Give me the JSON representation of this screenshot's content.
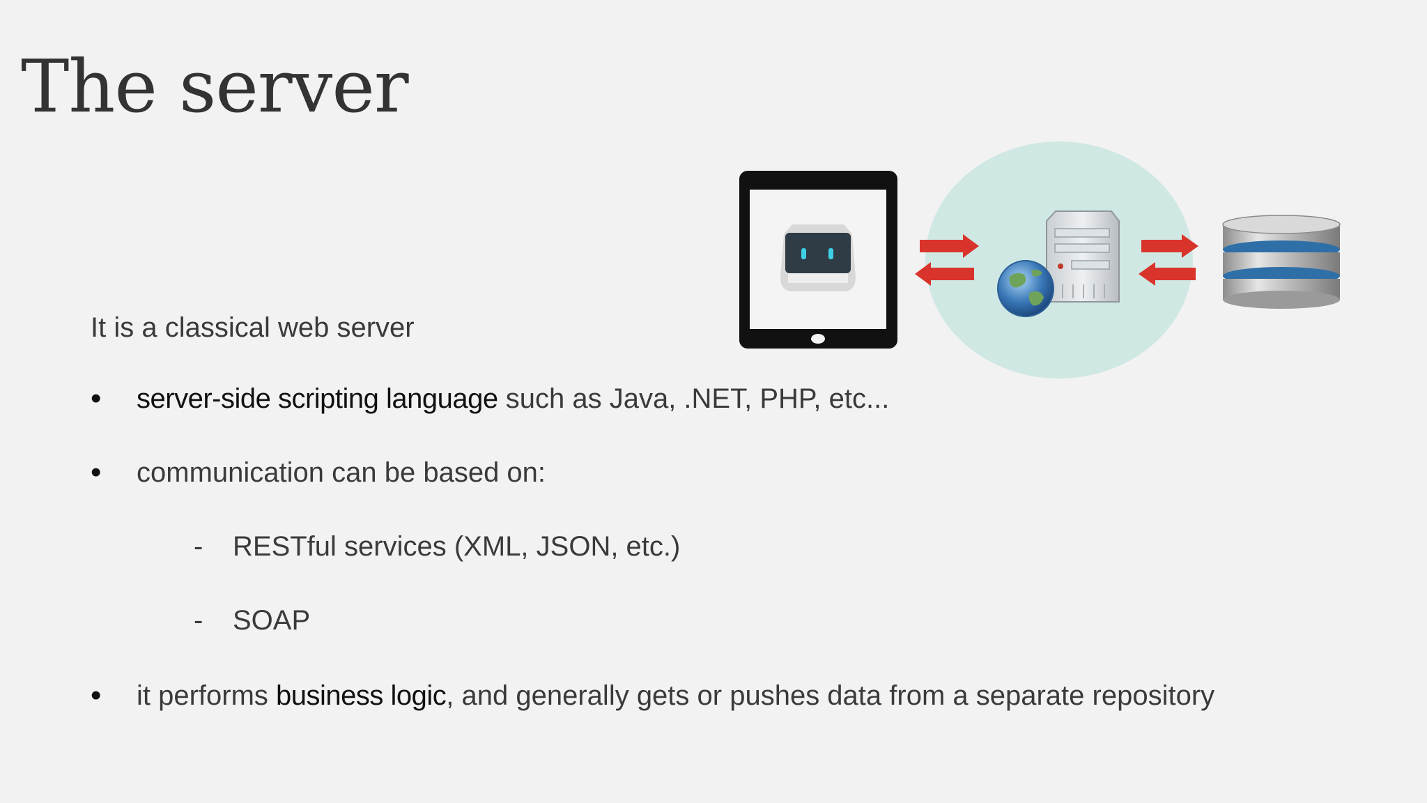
{
  "title": "The server",
  "intro": "It is a classical web server",
  "bullets": [
    {
      "strong": "server-side scripting language",
      "rest": " such as Java, .NET, PHP, etc..."
    },
    {
      "text": "communication can be based on:"
    },
    {
      "pre": "it performs ",
      "strong": "business logic",
      "rest": ", and generally gets or pushes data from a separate repository"
    }
  ],
  "sub_items": [
    "RESTful services (XML, JSON, etc.)",
    "SOAP"
  ],
  "bullet_glyph": "•",
  "dash_glyph": "-",
  "colors": {
    "background": "#f2f2f2",
    "circle": "#cfe8e4",
    "arrow": "#d9342b"
  },
  "icons": [
    "tablet-icon",
    "app-robot-icon",
    "globe-icon",
    "server-icon",
    "database-icon",
    "arrow-right-icon",
    "arrow-left-icon"
  ]
}
